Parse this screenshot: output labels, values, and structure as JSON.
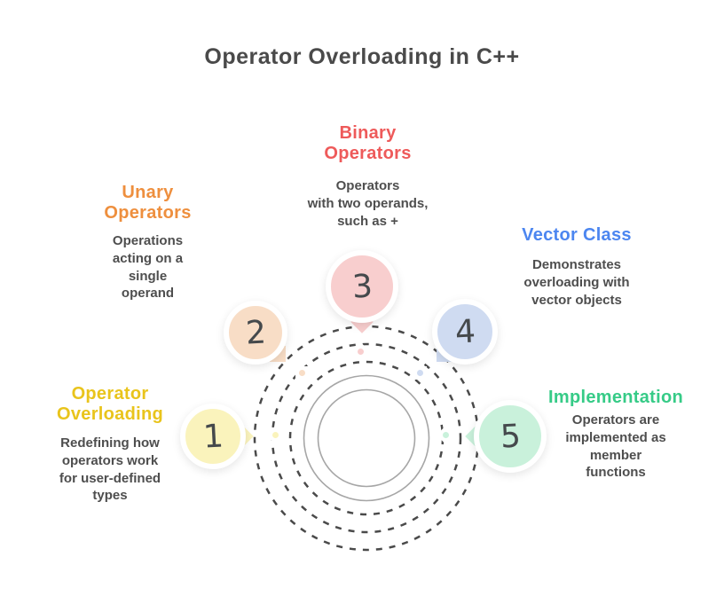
{
  "title": "Operator Overloading in C++",
  "center": {
    "ring_color": "#FFFFFF",
    "ring_edge_color": "#A6A6A6",
    "dashed_ring_color": "#4A4A4A"
  },
  "nodes": [
    {
      "number": "1",
      "label": "Operator\nOverloading",
      "description": "Redefining how\noperators work\nfor user-defined\ntypes",
      "label_color": "#E9C41C",
      "fill": "#FAF3BC"
    },
    {
      "number": "2",
      "label": "Unary\nOperators",
      "description": "Operations\nacting on a\nsingle\noperand",
      "label_color": "#EE8F3E",
      "fill": "#F8DDC6"
    },
    {
      "number": "3",
      "label": "Binary\nOperators",
      "description": "Operators\nwith two operands,\nsuch as +",
      "label_color": "#EE5A5A",
      "fill": "#F8CECE"
    },
    {
      "number": "4",
      "label": "Vector Class",
      "description": "Demonstrates\noverloading with\nvector objects",
      "label_color": "#4C86F0",
      "fill": "#CFDBF1"
    },
    {
      "number": "5",
      "label": "Implementation",
      "description": "Operators are\nimplemented as\nmember\nfunctions",
      "label_color": "#36CB87",
      "fill": "#C9F1DB"
    }
  ]
}
